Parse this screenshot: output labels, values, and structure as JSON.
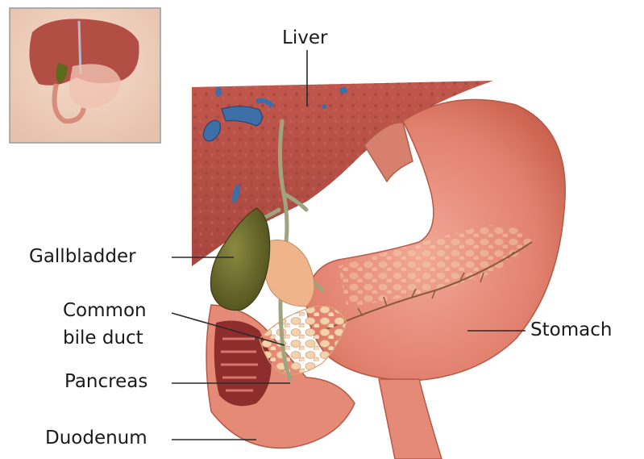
{
  "labels": {
    "liver": "Liver",
    "gallbladder": "Gallbladder",
    "common_bile_duct_line1": "Common",
    "common_bile_duct_line2": "bile duct",
    "pancreas": "Pancreas",
    "duodenum": "Duodenum",
    "stomach": "Stomach"
  },
  "colors": {
    "liver": "#b8534a",
    "stomach": "#e07f6c",
    "gallbladder": "#6a6a2a",
    "pancreas": "#efc79d",
    "bile_duct": "#9aa07a",
    "vessel": "#3c6ea8",
    "skin": "#efd0bd",
    "leader_line": "#2a2a2a"
  }
}
